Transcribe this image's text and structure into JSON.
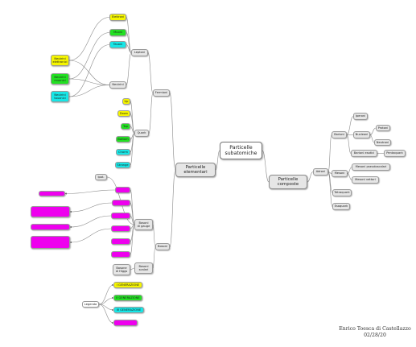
{
  "root": "Particelle\nsubatomiche",
  "elementari": "Particelle\nelementari",
  "composte": "Particelle\ncomposte",
  "fermioni": "Fermioni",
  "leptoni": "Leptoni",
  "elettroni": "Elettroni",
  "muoni": "Muoni",
  "tauoni": "Tauoni",
  "neutrini": "Neutrini",
  "neutrino_e": "Neutrini\nelettronici",
  "neutrino_mu": "Neutrini\nmuonici",
  "neutrino_tau": "Neutrini\ntauonici",
  "quark": "Quark",
  "up": "Up",
  "down": "Down",
  "top": "Top",
  "bottom": "Bottom",
  "charm": "Charm",
  "strange": "Strange",
  "bosoni": "Bosoni",
  "bosoni_gauge": "Bosoni\ndi gauge",
  "bosoni_scalari": "Bosoni\nscalari",
  "higgs": "Bosone\ndi Higgs",
  "gravitone": "Ipot.",
  "adroni": "Adroni",
  "barioni": "Barioni",
  "iperoni": "Iperoni",
  "nucleoni": "Nucleoni",
  "protoni": "Protoni",
  "neutroni": "Neutroni",
  "barioni_esotici": "Barioni esotici",
  "pentaquark": "Pentaquark",
  "mesoni": "Mesoni",
  "mesoni_pseudo": "Mesoni pseudoscalari",
  "mesoni_vett": "Mesoni vettori",
  "tetraquark": "Tetraquark",
  "esaquark": "Esaquark",
  "legenda": "Legenda",
  "gen1": "I GENERAZIONE",
  "gen2": "II GENERAZIONE",
  "gen3": "III GENERAZIONE",
  "author": "Enrico Toesca di Castellazzo",
  "date": "02/28/20",
  "colors": {
    "first_gen": "#f5f500",
    "second_gen": "#22e022",
    "third_gen": "#17e6e6",
    "boson": "#ee00ee",
    "neutral": "#e6e6e6"
  }
}
